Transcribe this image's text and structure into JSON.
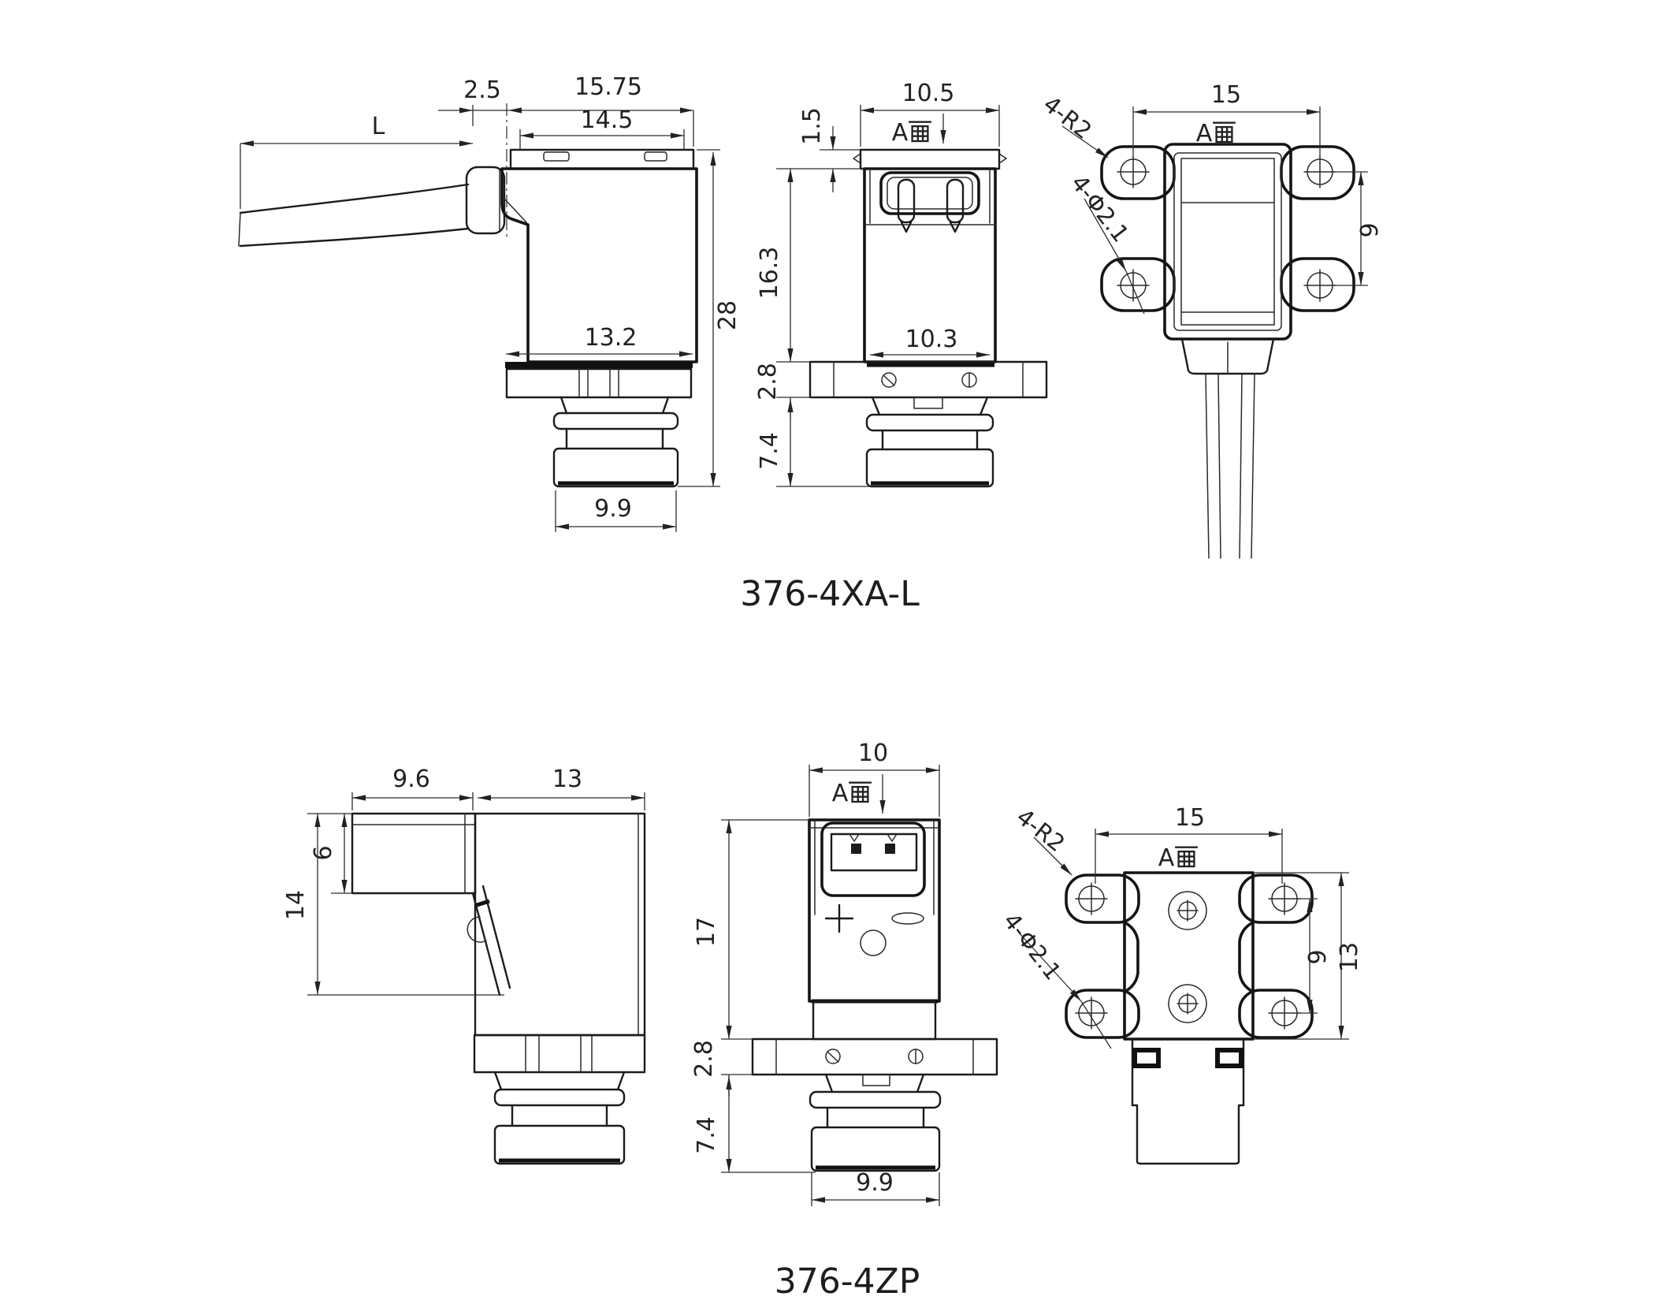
{
  "drawing": {
    "type": "technical-dimension-drawing",
    "background": "#ffffff",
    "line_color": "#1b1b1b",
    "surface_letter": "A",
    "figures": {
      "xal": {
        "label": "376-4XA-L",
        "side_view": {
          "dim_cable_length": "L",
          "dim_boot_offset": "2.5",
          "dim_overall_width": "15.75",
          "dim_cap_width": "14.5",
          "dim_body_width": "13.2",
          "dim_overall_height": "28",
          "dim_stem_width": "9.9"
        },
        "front_view": {
          "dim_width": "10.5",
          "dim_cap_height": "1.5",
          "surface_label": "A面",
          "dim_body_height": "16.3",
          "dim_body_width": "10.3",
          "dim_flange_height": "2.8",
          "dim_stem_height": "7.4"
        },
        "top_view": {
          "dim_hole_pitch_h": "15",
          "surface_label": "A面",
          "callout_corner_radius": "4-R2",
          "callout_holes": "4-Φ2.1",
          "dim_hole_pitch_v": "9"
        }
      },
      "zp": {
        "label": "376-4ZP",
        "side_view": {
          "dim_connector_width": "9.6",
          "dim_body_width": "13",
          "dim_connector_height": "6",
          "dim_body_height": "14"
        },
        "front_view": {
          "dim_width": "10",
          "surface_label": "A面",
          "dim_body_height": "17",
          "dim_flange_height": "2.8",
          "dim_stem_height": "7.4",
          "dim_stem_width": "9.9"
        },
        "top_view": {
          "dim_hole_pitch_h": "15",
          "surface_label": "A面",
          "callout_corner_radius": "4-R2",
          "callout_holes": "4-Φ2.1",
          "dim_hole_pitch_v": "9",
          "dim_plate_height": "13"
        }
      }
    }
  }
}
